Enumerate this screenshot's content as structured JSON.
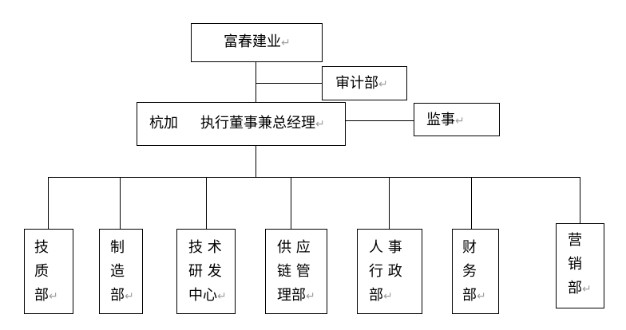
{
  "colors": {
    "line": "#000000",
    "text": "#000000",
    "paragraph_mark": "#a0a0a0"
  },
  "paragraph_mark": "↵",
  "org": {
    "company": "富春建业",
    "audit": "审计部",
    "executive": {
      "name": "杭加",
      "title": "执行董事兼总经理"
    },
    "supervisor": "监事",
    "departments": [
      {
        "lines": [
          "技",
          "质",
          "部"
        ]
      },
      {
        "lines": [
          "制",
          "造",
          "部"
        ]
      },
      {
        "lines": [
          "技 术",
          "研 发",
          "中心"
        ]
      },
      {
        "lines": [
          "供 应",
          "链 管",
          "理部"
        ]
      },
      {
        "lines": [
          "人 事",
          "行 政",
          "部"
        ]
      },
      {
        "lines": [
          "财",
          "务",
          "部"
        ]
      },
      {
        "lines": [
          "营",
          "销",
          "部"
        ]
      }
    ]
  }
}
